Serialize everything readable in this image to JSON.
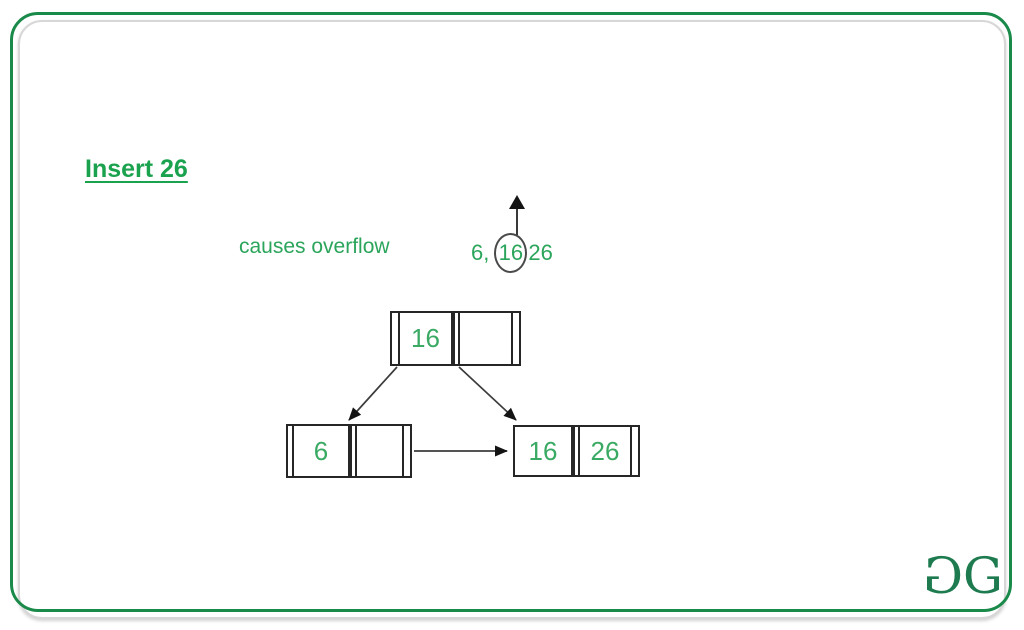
{
  "colors": {
    "frame_green": "#1a8a4a",
    "text_green": "#2ba55b",
    "title_green": "#1ba24f",
    "key_green": "#3aa963",
    "line_dark": "#262626",
    "logo_green": "#1e7b50",
    "shadow_gray": "#d7d7d7"
  },
  "slide": {
    "title": "Insert 26",
    "caption": "causes overflow"
  },
  "overflow_list": {
    "prefix": "6,",
    "circled_key": "16",
    "new_key": "26"
  },
  "tree": {
    "root": {
      "key1": "16",
      "key2": ""
    },
    "left_child": {
      "key1": "6",
      "key2": ""
    },
    "right_child": {
      "key1": "16",
      "key2": "26"
    }
  },
  "logo": {
    "first_letter": "G",
    "second_letter": "G"
  }
}
